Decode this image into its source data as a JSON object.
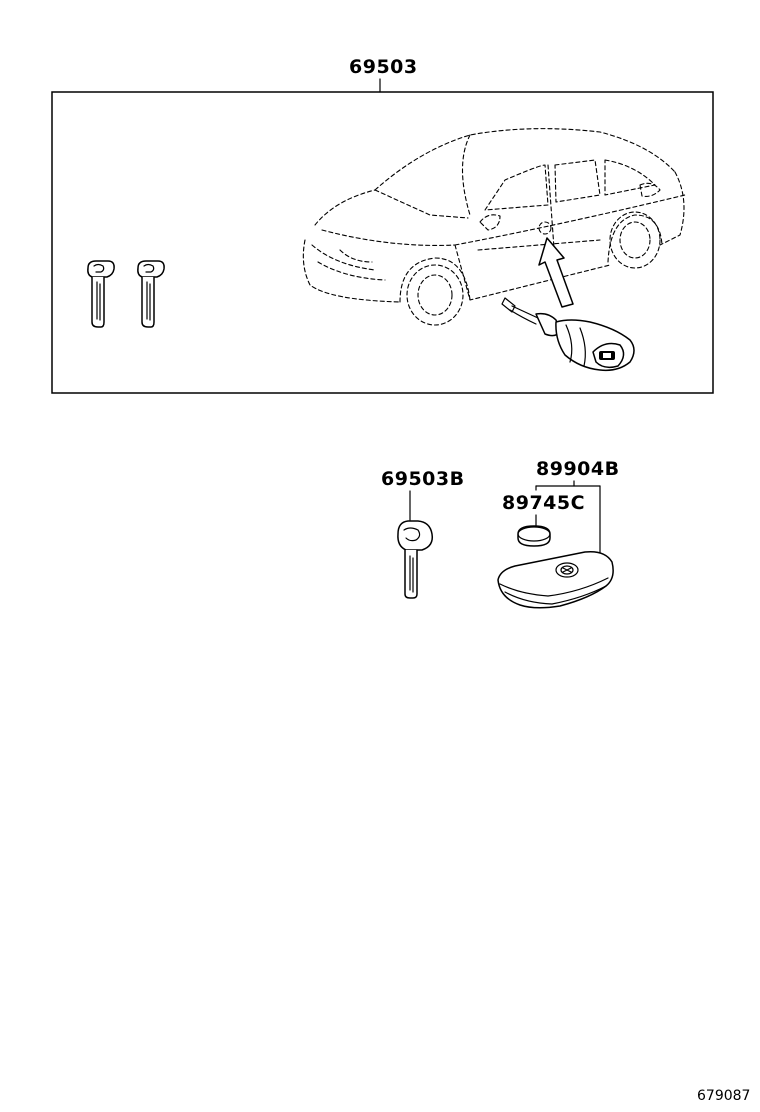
{
  "labels": {
    "assembly": "69503",
    "key_blade": "69503B",
    "transmitter": "89904B",
    "battery": "89745C",
    "diagram_ref": "679087"
  },
  "icons": {
    "car": "sedan-car-icon",
    "key": "key-blade-icon",
    "cylinder": "lock-cylinder-icon",
    "fob": "smart-key-fob-icon",
    "battery": "coin-battery-icon"
  }
}
